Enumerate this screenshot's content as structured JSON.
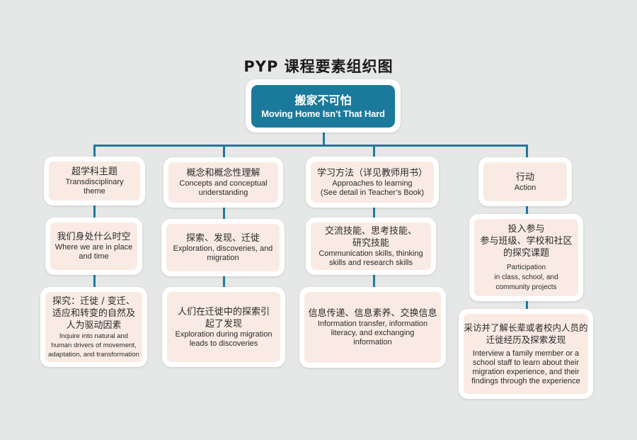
{
  "title": "PYP 课程要素组织图",
  "colors": {
    "background": "#e6e7e7",
    "connector": "#1f7a9b",
    "root_fill": "#1b7a9c",
    "node_fill": "#f9ebe3",
    "node_frame": "#ffffff"
  },
  "root": {
    "zh": "搬家不可怕",
    "en": "Moving Home Isn’t That Hard"
  },
  "columns": [
    {
      "header": {
        "zh": "超学科主题",
        "en": "Transdisciplinary\ntheme"
      },
      "level2": {
        "zh": "我们身处什么时空",
        "en": "Where we are in place\nand time"
      },
      "level3": {
        "zh": "探究：迁徙 / 变迁、\n适应和转变的自然及\n人为驱动因素",
        "en": "Inquire into natural and\nhuman drivers of movement,\nadaptation, and transformation"
      }
    },
    {
      "header": {
        "zh": "概念和概念性理解",
        "en": "Concepts and conceptual\nunderstanding"
      },
      "level2": {
        "zh": "探索、发现、迁徙",
        "en": "Exploration, discoveries, and\nmigration"
      },
      "level3": {
        "zh": "人们在迁徙中的探索引\n起了发现",
        "en": "Exploration during migration\nleads to discoveries"
      }
    },
    {
      "header": {
        "zh": "学习方法（详见教师用书）",
        "en": "Approaches to learning\n(See detail in Teacher’s Book)"
      },
      "level2": {
        "zh": "交流技能、思考技能、\n研究技能",
        "en": "Communication skills, thinking\nskills and research skills"
      },
      "level3": {
        "zh": "信息传递、信息素养、交换信息",
        "en": "Information transfer, information\nliteracy, and exchanging\ninformation"
      }
    },
    {
      "header": {
        "zh": "行动",
        "en": "Action"
      },
      "level2": {
        "zh": "投入参与\n参与班级、学校和社区\n的探究课题",
        "en": "Participation\nin class, school, and\ncommunity projects"
      },
      "level3": {
        "zh": "采访并了解长辈或者校内人员的\n迁徙经历及探索发现",
        "en": "Interview a family member or a\nschool staff to learn about their\nmigration experience, and their\nfindings through the experience"
      }
    }
  ]
}
